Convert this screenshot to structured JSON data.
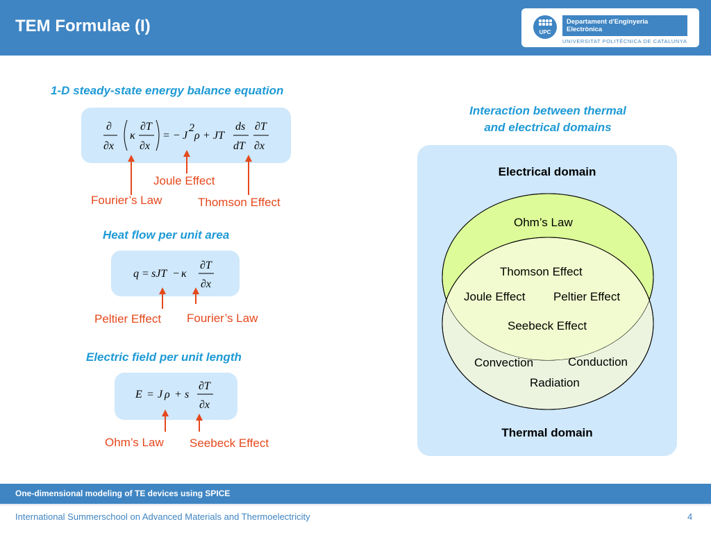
{
  "header": {
    "title": "TEM Formulae (I)",
    "logo": {
      "mark_text": "UPC",
      "dept_line1": "Departament d'Enginyeria",
      "dept_line2": "Electrònica",
      "university": "UNIVERSITAT POLITÈCNICA DE CATALUNYA"
    }
  },
  "left": {
    "section1": {
      "heading": "1-D steady-state energy balance equation",
      "labels": {
        "joule": "Joule Effect",
        "fourier": "Fourier’s Law",
        "thomson": "Thomson Effect"
      }
    },
    "section2": {
      "heading": "Heat flow per unit area",
      "labels": {
        "peltier": "Peltier Effect",
        "fourier": "Fourier’s Law"
      }
    },
    "section3": {
      "heading": "Electric field per unit length",
      "labels": {
        "ohm": "Ohm’s Law",
        "seebeck": "Seebeck Effect"
      }
    }
  },
  "right": {
    "heading_line1": "Interaction between thermal",
    "heading_line2": "and electrical domains",
    "electrical_domain": "Electrical domain",
    "thermal_domain": "Thermal domain",
    "electrical_only": [
      "Ohm’s Law"
    ],
    "overlap": [
      "Thomson Effect",
      "Joule Effect",
      "Peltier Effect",
      "Seebeck Effect"
    ],
    "thermal_only": [
      "Convection",
      "Conduction",
      "Radiation"
    ]
  },
  "footer": {
    "band_text": "One-dimensional modeling of TE devices using SPICE",
    "bottom_text": "International Summerschool on Advanced Materials and Thermoelectricity",
    "page_number": "4"
  },
  "colors": {
    "accent_blue": "#3f85c3",
    "heading_cyan": "#1e9ad6",
    "annotation_red": "#e5481c",
    "panel_blue": "#cfe8fb",
    "electrical_fill": "#ddfb99",
    "thermal_fill": "#ecf4df"
  }
}
